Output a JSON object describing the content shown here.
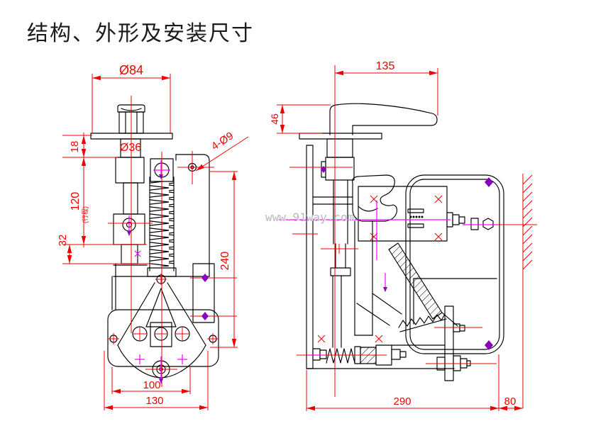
{
  "title": "结构、外形及安装尺寸",
  "watermark": "www.91way.com",
  "colors": {
    "outline": "#000000",
    "dimension": "#f00000",
    "centerline_magenta": "#ff00ff",
    "bolt_purple": "#8800bb",
    "watermark_gray": "#b8b8c1",
    "background": "#ffffff"
  },
  "views": {
    "front": {
      "label": "front-view",
      "dims": {
        "flange_diameter": "Ø84",
        "stem_diameter": "Ø36",
        "mount_holes": "4-Ø9",
        "height_18": "18",
        "height_120": "120",
        "height_120_note": "(行程)",
        "height_32": "32",
        "height_240": "240",
        "width_100": "100",
        "width_130": "130"
      }
    },
    "side": {
      "label": "side-view",
      "dims": {
        "handle_length": "135",
        "handle_height": "46",
        "depth_290": "290",
        "wall_offset": "80"
      }
    }
  }
}
